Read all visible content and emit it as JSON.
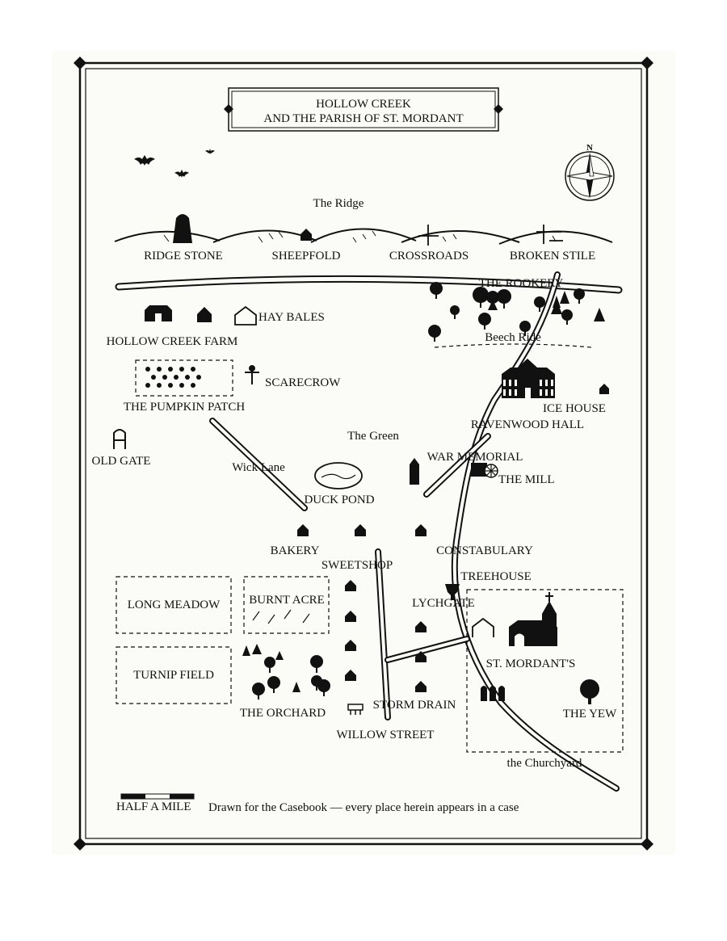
{
  "title": {
    "line1": "HOLLOW CREEK",
    "line2": "AND THE PARISH OF ST. MORDANT"
  },
  "compass": {
    "north_label": "N",
    "icon": "compass-rose-icon"
  },
  "regions": {
    "ridge": "The Ridge",
    "green": "The Green",
    "beech_ride": "Beech Ride",
    "churchyard": "the Churchyard"
  },
  "places": {
    "ridge_stone": "RIDGE STONE",
    "sheepfold": "SHEEPFOLD",
    "crossroads": "CROSSROADS",
    "broken_stile": "BROKEN STILE",
    "rookery": "THE ROOKERY",
    "hay_bales": "HAY BALES",
    "hollow_creek_farm": "HOLLOW CREEK FARM",
    "scarecrow": "SCARECROW",
    "pumpkin_patch": "THE PUMPKIN PATCH",
    "ice_house": "ICE HOUSE",
    "ravenwood_hall": "RAVENWOOD HALL",
    "old_gate": "OLD GATE",
    "war_memorial": "WAR MEMORIAL",
    "the_mill": "THE MILL",
    "duck_pond": "DUCK POND",
    "bakery": "BAKERY",
    "sweetshop": "SWEETSHOP",
    "constabulary": "CONSTABULARY",
    "treehouse": "TREEHOUSE",
    "lychgate": "LYCHGATE",
    "long_meadow": "LONG MEADOW",
    "burnt_acre": "BURNT ACRE",
    "turnip_field": "TURNIP FIELD",
    "st_mordants": "ST. MORDANT'S",
    "the_orchard": "THE ORCHARD",
    "storm_drain": "STORM DRAIN",
    "the_yew": "THE YEW",
    "willow_street": "WILLOW STREET"
  },
  "roads": {
    "wick_lane": "Wick Lane"
  },
  "footer": {
    "scale_label": "HALF A MILE",
    "note": "Drawn for the Casebook — every place herein appears in a case"
  },
  "colors": {
    "paper": "#fbfbf7",
    "ink": "#111111",
    "background": "#ffffff"
  }
}
